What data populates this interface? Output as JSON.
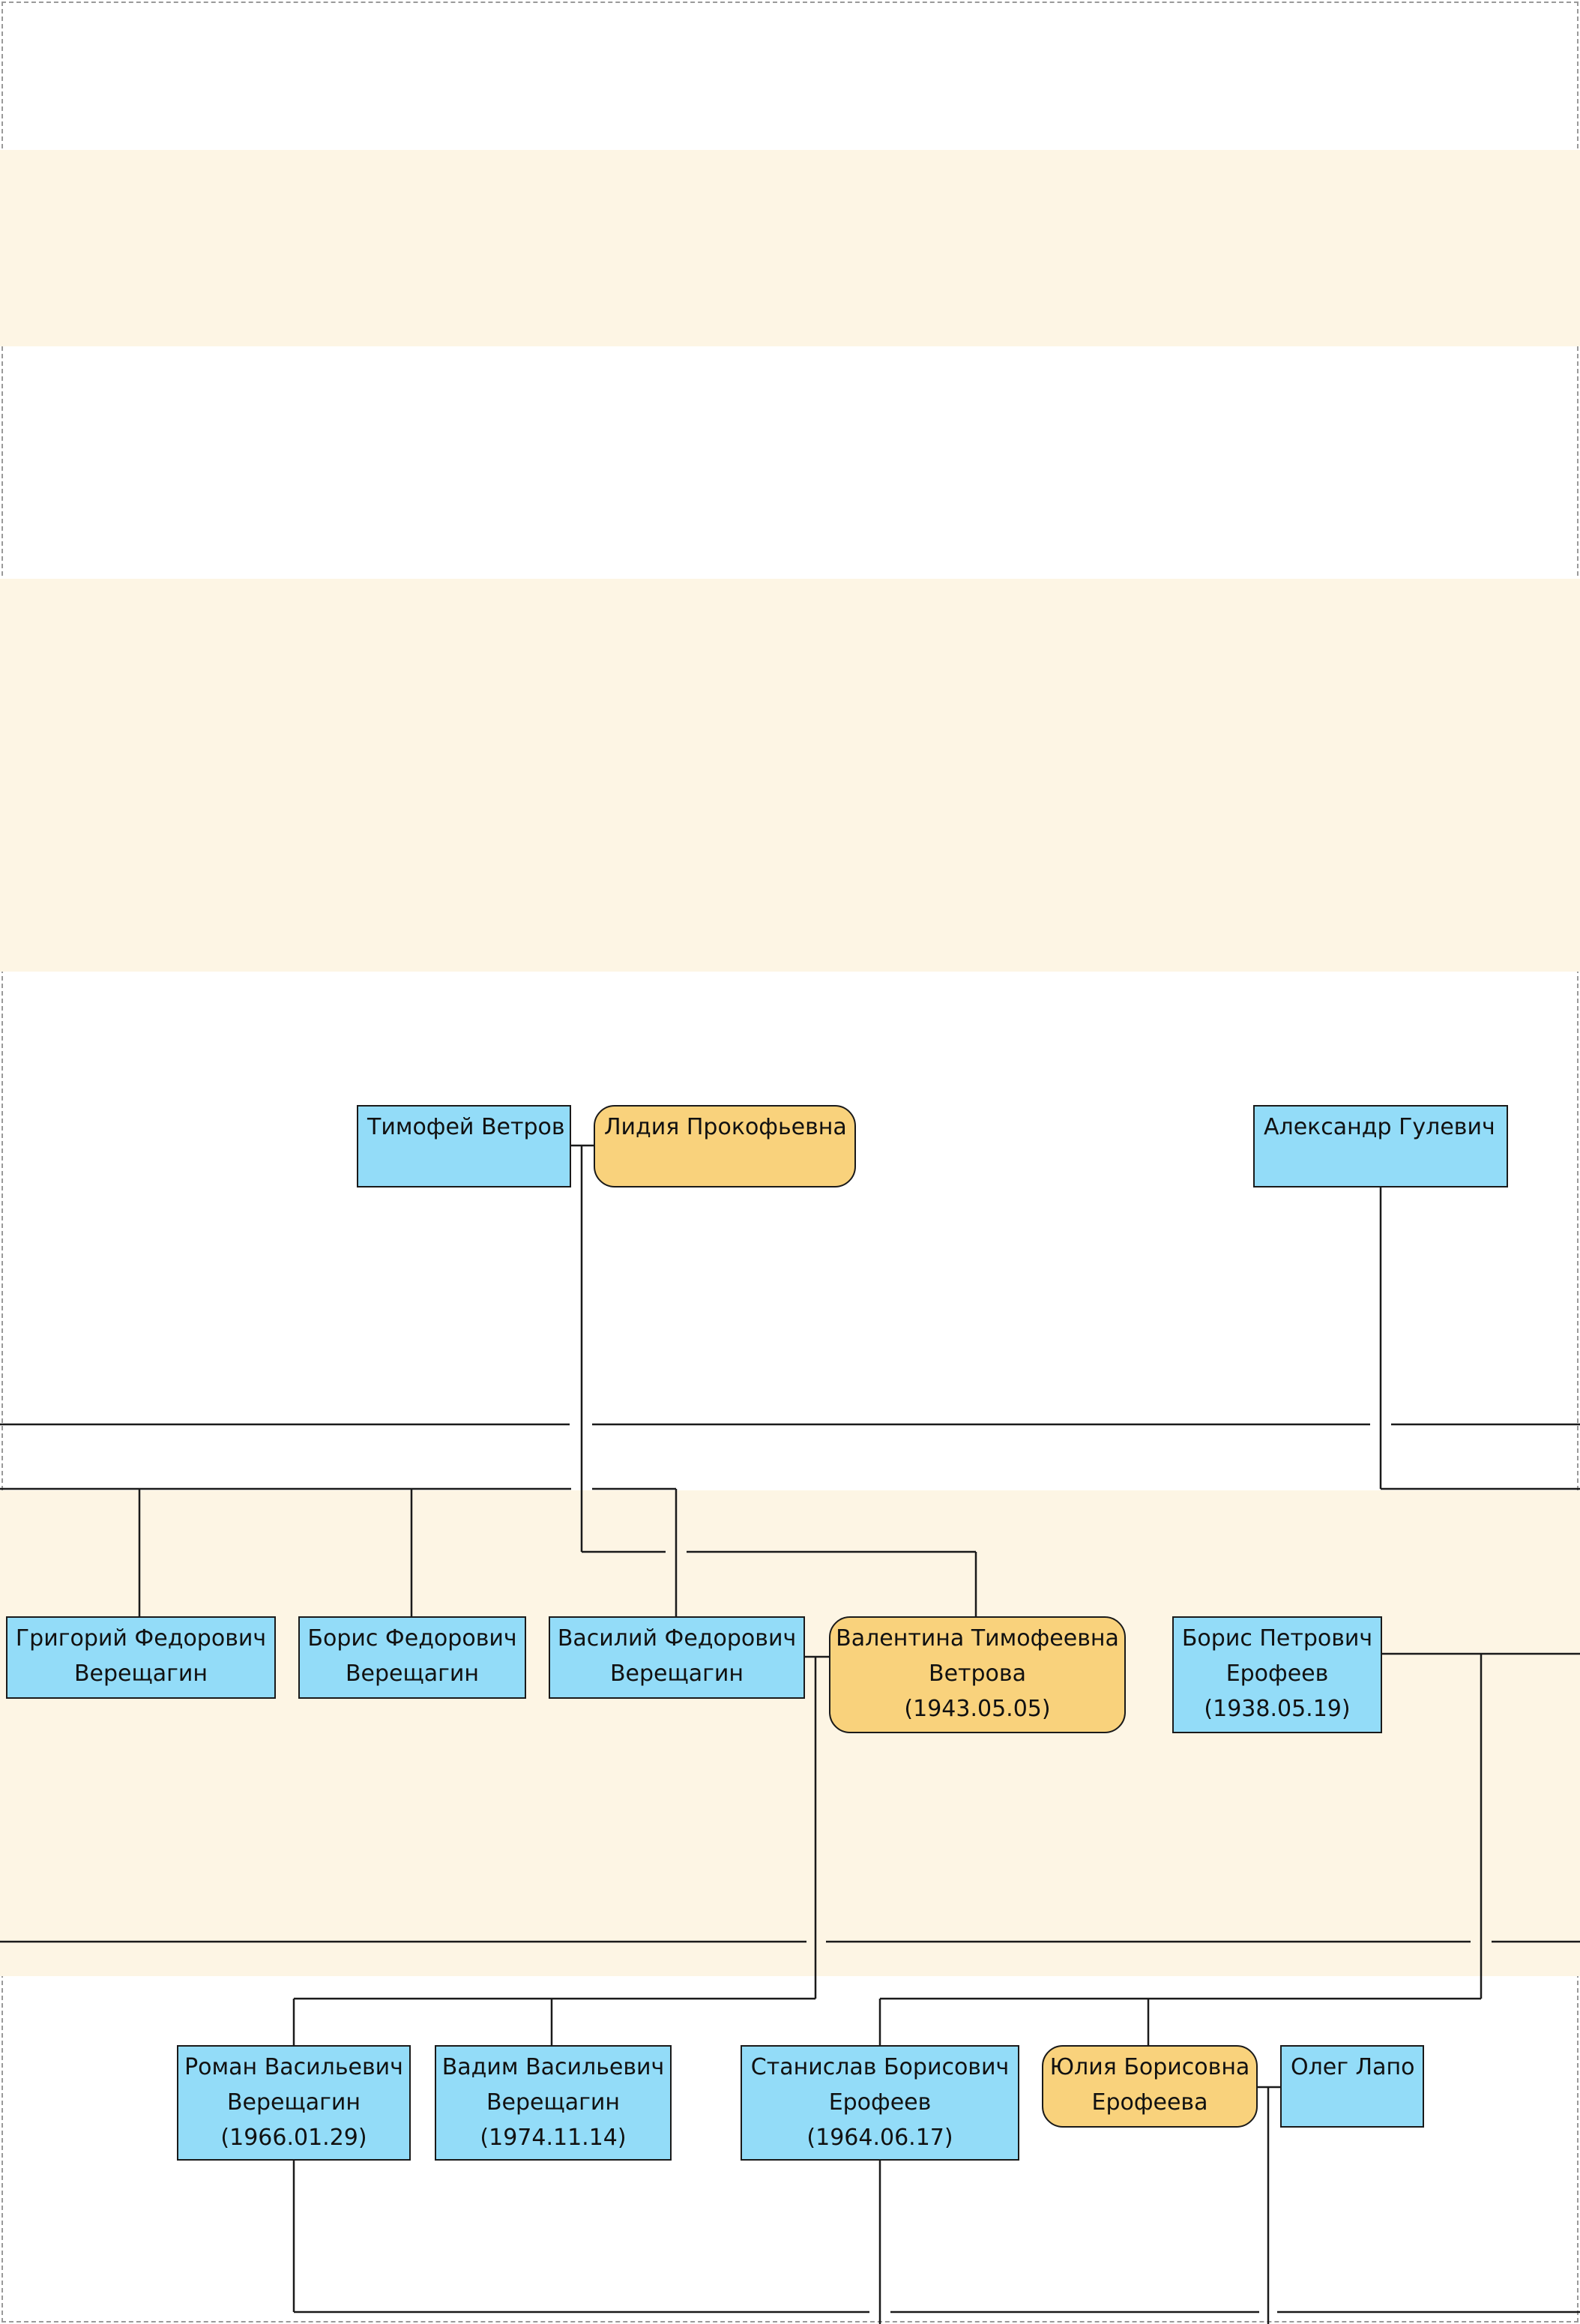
{
  "diagram": {
    "colors": {
      "male_fill": "#93dcf8",
      "female_fill": "#f9d27c",
      "band_fill": "#fdf5e4",
      "line": "#1a1a1a"
    },
    "people": {
      "timofey": {
        "name": "Тимофей Ветров",
        "gender": "male"
      },
      "lidiya": {
        "name": "Лидия Прокофьевна",
        "gender": "female"
      },
      "aleksandr": {
        "name": "Александр Гулевич",
        "gender": "male"
      },
      "grigoriy": {
        "line1": "Григорий Федорович",
        "line2": "Верещагин",
        "gender": "male"
      },
      "boris_f": {
        "line1": "Борис Федорович",
        "line2": "Верещагин",
        "gender": "male"
      },
      "vasiliy": {
        "line1": "Василий Федорович",
        "line2": "Верещагин",
        "gender": "male"
      },
      "valentina": {
        "line1": "Валентина Тимофеевна",
        "line2": "Ветрова",
        "date": "(1943.05.05)",
        "gender": "female"
      },
      "boris_p": {
        "line1": "Борис Петрович",
        "line2": "Ерофеев",
        "date": "(1938.05.19)",
        "gender": "male"
      },
      "roman": {
        "line1": "Роман Васильевич",
        "line2": "Верещагин",
        "date": "(1966.01.29)",
        "gender": "male"
      },
      "vadim": {
        "line1": "Вадим Васильевич",
        "line2": "Верещагин",
        "date": "(1974.11.14)",
        "gender": "male"
      },
      "stanislav": {
        "line1": "Станислав Борисович",
        "line2": "Ерофеев",
        "date": "(1964.06.17)",
        "gender": "male"
      },
      "yuliya": {
        "line1": "Юлия Борисовна",
        "line2": "Ерофеева",
        "gender": "female"
      },
      "oleg": {
        "name": "Олег Лапо",
        "gender": "male"
      }
    },
    "relations": [
      {
        "type": "spouse",
        "a": "timofey",
        "b": "lidiya"
      },
      {
        "type": "parent",
        "parents": [
          "timofey",
          "lidiya"
        ],
        "child": "valentina"
      },
      {
        "type": "parent",
        "parents": [
          "aleksandr"
        ],
        "child": "offpage"
      },
      {
        "type": "siblings",
        "members": [
          "grigoriy",
          "boris_f",
          "vasiliy"
        ]
      },
      {
        "type": "spouse",
        "a": "vasiliy",
        "b": "valentina"
      },
      {
        "type": "parent",
        "parents": [
          "vasiliy",
          "valentina"
        ],
        "children": [
          "roman",
          "vadim"
        ]
      },
      {
        "type": "parent",
        "parents": [
          "boris_p"
        ],
        "children": [
          "stanislav",
          "yuliya"
        ]
      },
      {
        "type": "spouse",
        "a": "yuliya",
        "b": "oleg"
      }
    ]
  }
}
